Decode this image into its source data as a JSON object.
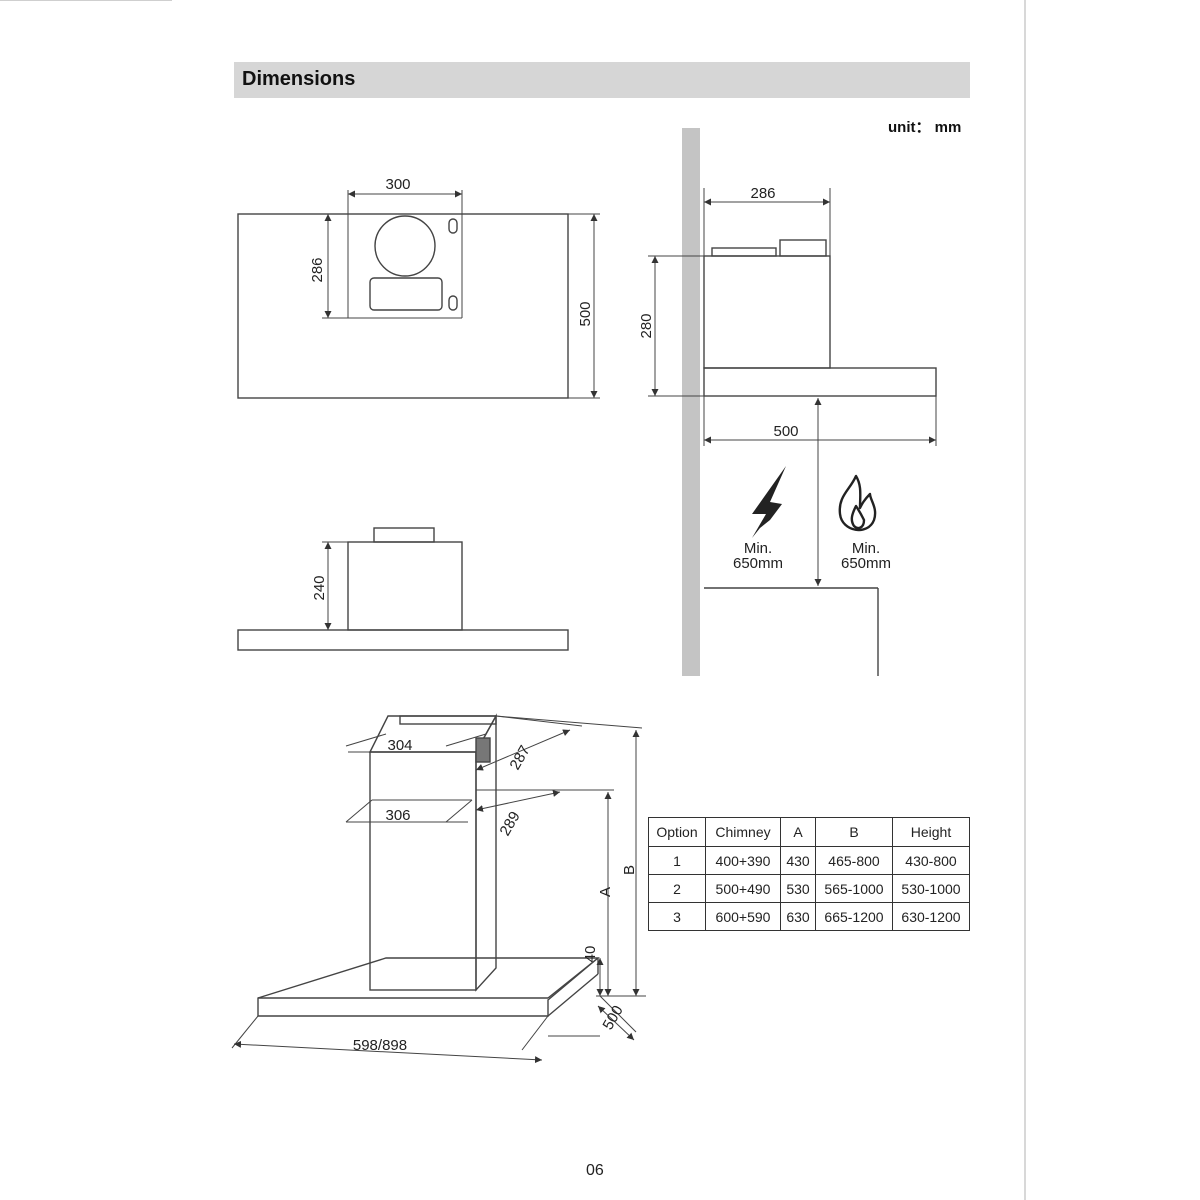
{
  "header": {
    "title": "Dimensions"
  },
  "unit_label": "unit： mm",
  "top_view": {
    "width_label": "300",
    "depth_label": "286",
    "total_depth_label": "500"
  },
  "side_view": {
    "top_width_label": "286",
    "height_label": "280",
    "depth_label": "500"
  },
  "clearance": {
    "electric": {
      "line1": "Min.",
      "line2": "650mm"
    },
    "gas": {
      "line1": "Min.",
      "line2": "650mm"
    }
  },
  "front_view": {
    "height_label": "240"
  },
  "iso_view": {
    "top_width": "304",
    "top_depth": "287",
    "mid_width": "306",
    "mid_depth": "289",
    "label_a": "A",
    "label_b": "B",
    "offset": "40",
    "hood_depth": "500",
    "hood_width": "598/898"
  },
  "table": {
    "headers": [
      "Option",
      "Chimney",
      "A",
      "B",
      "Height"
    ],
    "rows": [
      [
        "1",
        "400+390",
        "430",
        "465-800",
        "430-800"
      ],
      [
        "2",
        "500+490",
        "530",
        "565-1000",
        "530-1000"
      ],
      [
        "3",
        "600+590",
        "630",
        "665-1200",
        "630-1200"
      ]
    ]
  },
  "page_number": "06",
  "icons": {
    "electric": "lightning-bolt-icon",
    "gas": "flame-icon"
  }
}
